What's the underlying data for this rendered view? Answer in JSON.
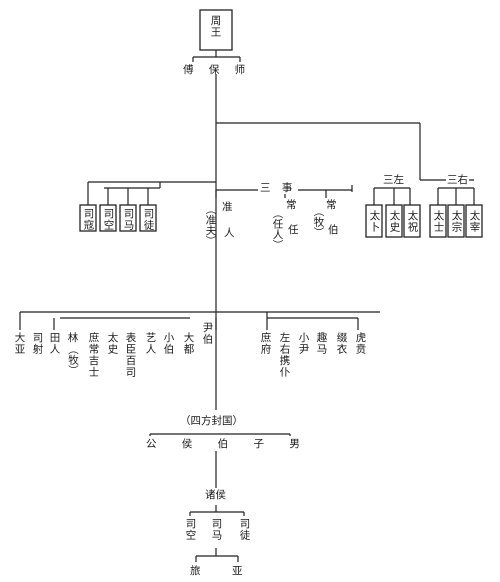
{
  "top": {
    "king": "周王",
    "council": "傅 保 师"
  },
  "sikou_group": {
    "items": [
      "司寇",
      "司空",
      "司马",
      "司徒"
    ]
  },
  "three_affairs": {
    "label": "三  事",
    "zhunren": {
      "main": "准",
      "sub": "准夫",
      "tail": "人"
    },
    "changren": {
      "main": "常",
      "sub": "任人",
      "tail": "任"
    },
    "changbo": {
      "main": "常",
      "sub": "牧",
      "tail": "伯"
    }
  },
  "san_zuo": {
    "label": "三左",
    "items": [
      "太卜",
      "太史",
      "太祝"
    ]
  },
  "san_you": {
    "label": "三右",
    "items": [
      "太士",
      "太宗",
      "太宰"
    ]
  },
  "officials_left": [
    "大亚",
    "司射",
    "田人",
    "林",
    "庶常吉士",
    "太史",
    "表臣百司",
    "艺人",
    "小伯",
    "大都",
    "尹伯"
  ],
  "officials_left_lin_sub": "牧",
  "officials_right": [
    "庶府",
    "左右携仆",
    "小尹",
    "趣马",
    "缀衣",
    "虎贲"
  ],
  "sifang": {
    "label": "（四方封国）",
    "ranks": "公  侯  伯  子  男"
  },
  "zhuhou": {
    "label": "诸侯",
    "items": [
      "司空",
      "司马",
      "司徒"
    ]
  },
  "bottom": {
    "items": [
      "旅",
      "亚"
    ]
  }
}
